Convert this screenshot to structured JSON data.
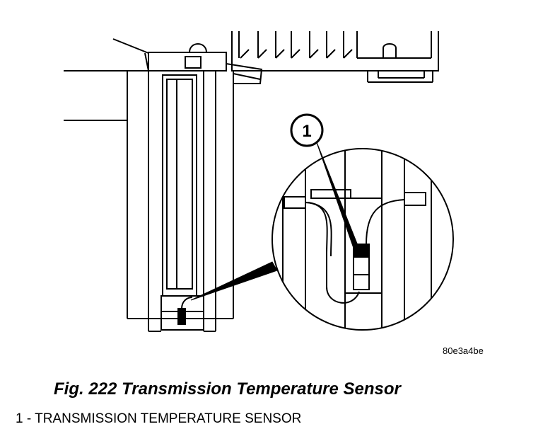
{
  "figure": {
    "title": "Fig. 222 Transmission Temperature Sensor",
    "reference_code": "80e3a4be"
  },
  "callouts": [
    {
      "number": "1",
      "label": "1 - TRANSMISSION TEMPERATURE SENSOR"
    }
  ],
  "colors": {
    "ink": "#000000",
    "paper": "#ffffff"
  }
}
